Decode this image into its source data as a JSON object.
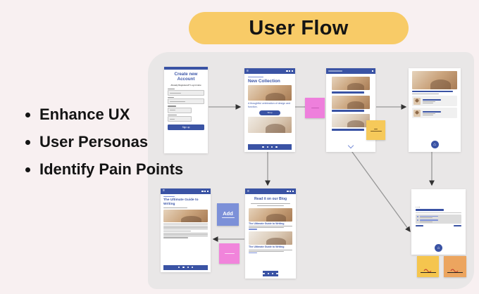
{
  "header": {
    "title": "User Flow"
  },
  "bullets": [
    "Enhance UX",
    "User Personas",
    "Identify Pain Points"
  ],
  "screens": {
    "signup": {
      "title": "Create new Account",
      "subtitle": "Already Registered? Log in Here",
      "cta": "Sign up"
    },
    "collection": {
      "title": "New Collection",
      "tagline": "A thoughtful celebration of design and function.",
      "cta": "Shop"
    },
    "blog_article": {
      "title": "The Ultimate Guide to Writing"
    },
    "blog_list": {
      "title": "Read it on our Blog",
      "card_title": "The Ultimate Guide to Writing"
    }
  },
  "notes": {
    "add_label": "Add"
  },
  "icons": {
    "menu": "menu-icon",
    "home": "home-icon",
    "chevron_down": "chevron-down-icon"
  },
  "colors": {
    "background": "#F8F0F1",
    "panel_gray": "#E9E7E7",
    "accent_blue": "#3A53A4",
    "pill_yellow": "#F8CB67",
    "note_pink": "#EE7FDC",
    "note_yellow": "#F6C95A",
    "note_orange": "#ECA55F",
    "note_blue": "#7C90D8",
    "scribble_red": "#C0392B"
  }
}
